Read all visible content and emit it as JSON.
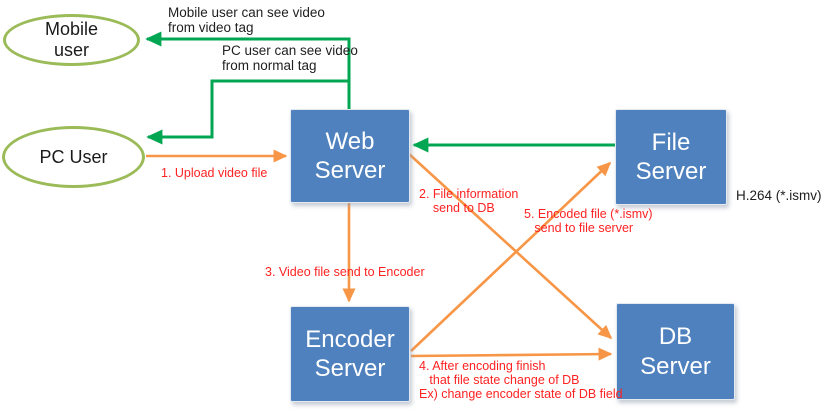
{
  "colors": {
    "box_blue": "#4e81bd",
    "ellipse_green": "#9bbb59",
    "arrow_green": "#00a651",
    "arrow_orange": "#f79646",
    "red_text": "#ff2222"
  },
  "nodes": {
    "mobile_user": {
      "label": "Mobile\nuser"
    },
    "pc_user": {
      "label": "PC User"
    },
    "web_server": {
      "label": "Web\nServer"
    },
    "file_server": {
      "label": "File\nServer"
    },
    "encoder_server": {
      "label": "Encoder\nServer"
    },
    "db_server": {
      "label": "DB\nServer"
    }
  },
  "annotations": {
    "mobile_note": "Mobile user can see video\nfrom video tag",
    "pc_note": "PC user can see video\nfrom normal tag",
    "h264_note": "H.264 (*.ismv)"
  },
  "steps": {
    "step1": "1. Upload video file",
    "step2": "2. File information\n    send to DB",
    "step3": "3. Video file send to Encoder",
    "step4": "4. After encoding finish\n   that file state change of DB\nEx) change encoder state of DB field",
    "step5": "5. Encoded file (*.ismv)\n   send to file server"
  }
}
